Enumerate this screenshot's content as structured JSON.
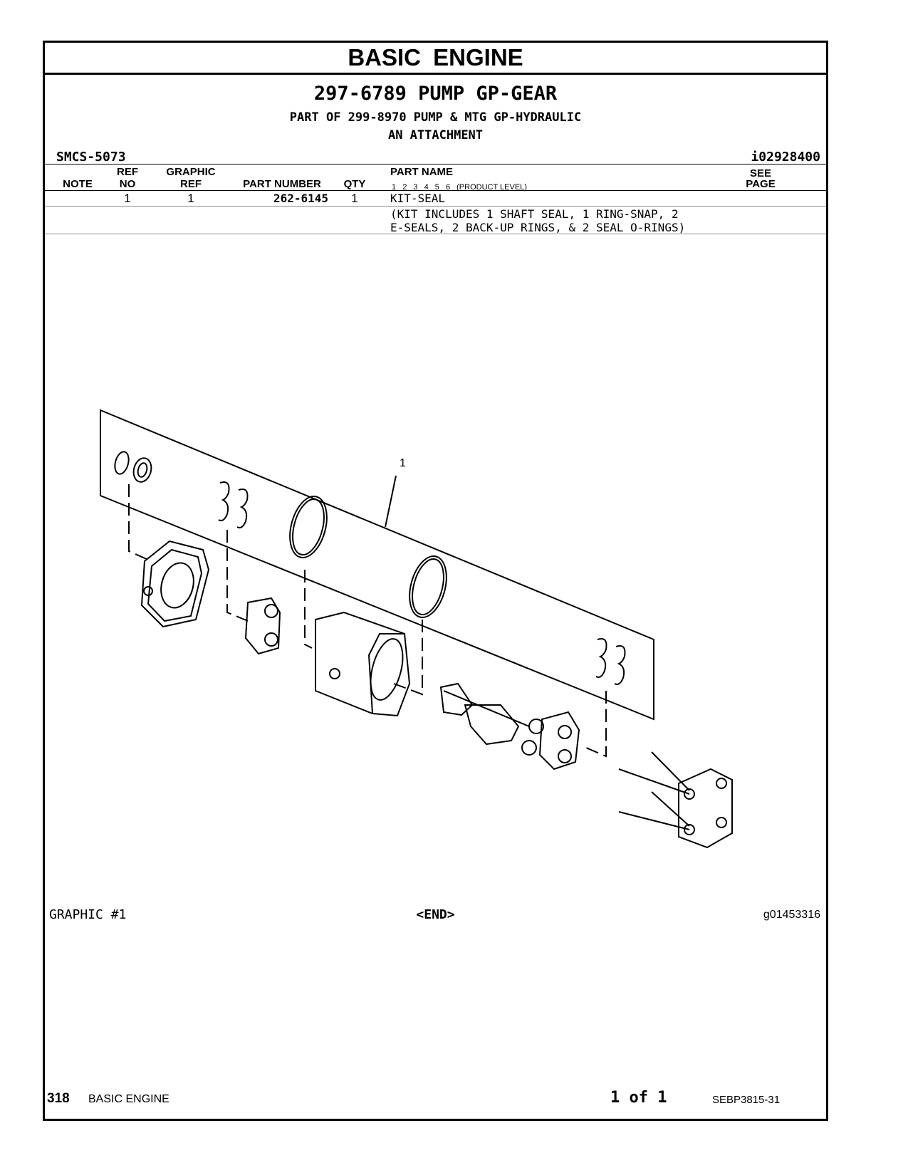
{
  "page_title": "BASIC ENGINE",
  "group_title": "297-6789 PUMP GP-GEAR",
  "part_of": "PART OF 299-8970 PUMP & MTG GP-HYDRAULIC",
  "attachment": "AN ATTACHMENT",
  "smcs": "SMCS-5073",
  "ident": "i02928400",
  "columns": {
    "note": "NOTE",
    "ref_no_1": "REF",
    "ref_no_2": "NO",
    "graphic_ref_1": "GRAPHIC",
    "graphic_ref_2": "REF",
    "part_number": "PART NUMBER",
    "qty": "QTY",
    "part_name": "PART NAME",
    "product_levels": [
      "1",
      "2",
      "3",
      "4",
      "5",
      "6"
    ],
    "product_level_label": "(PRODUCT LEVEL)",
    "see_page_1": "SEE",
    "see_page_2": "PAGE"
  },
  "rows": [
    {
      "ref_no": "1",
      "graphic_ref": "1",
      "part_number": "262-6145",
      "qty": "1",
      "part_name": "KIT-SEAL"
    }
  ],
  "row_note_line1": "(KIT INCLUDES 1 SHAFT SEAL, 1 RING-SNAP, 2",
  "row_note_line2": "E-SEALS, 2 BACK-UP RINGS, & 2 SEAL O-RINGS)",
  "callout": "1",
  "graphic_label": "GRAPHIC #1",
  "end_marker": "<END>",
  "graphic_id": "g01453316",
  "footer": {
    "page_number": "318",
    "section": "BASIC ENGINE",
    "page_of": "1 of 1",
    "doc_number": "SEBP3815-31"
  }
}
